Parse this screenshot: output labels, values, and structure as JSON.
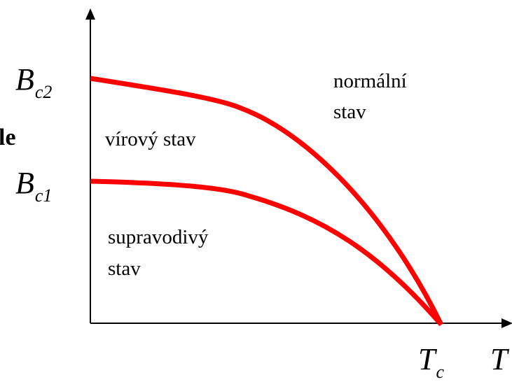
{
  "axes": {
    "y_label_upper": {
      "symbol": "B",
      "subscript": "c2"
    },
    "y_label_lower": {
      "symbol": "B",
      "subscript": "c1"
    },
    "x_tick": {
      "symbol": "T",
      "subscript": "c"
    },
    "x_axis_label": "T"
  },
  "regions": {
    "normal_line1": "normální",
    "normal_line2": "stav",
    "vortex": "vírový stav",
    "super_line1": "supravodivý",
    "super_line2": "stav"
  },
  "cropped_text": "le",
  "colors": {
    "curve": "#ff0000",
    "axis": "#000000"
  }
}
